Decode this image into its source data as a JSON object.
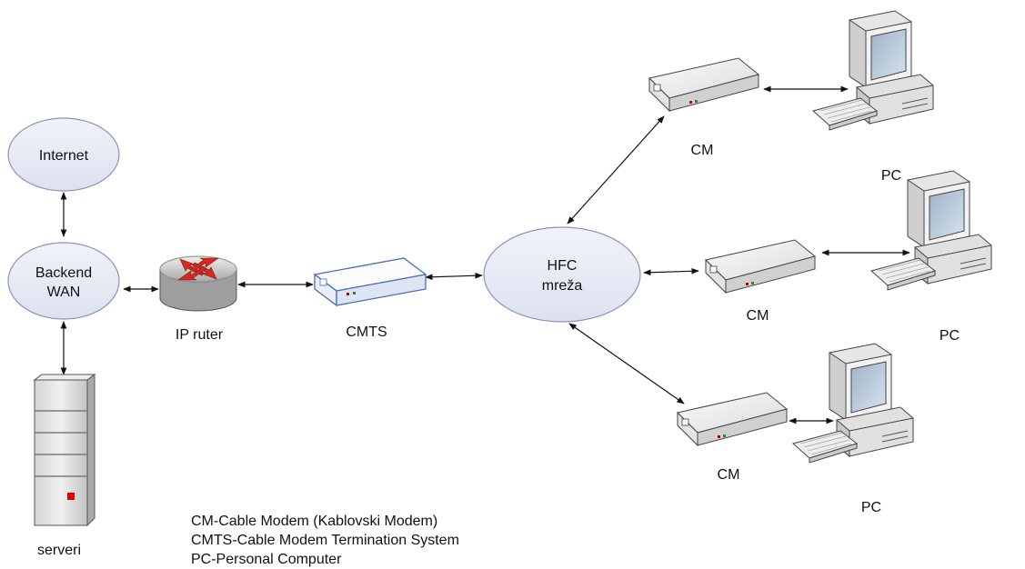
{
  "nodes": {
    "internet": {
      "label": "Internet"
    },
    "backend": {
      "line1": "Backend",
      "line2": "WAN"
    },
    "servers": {
      "label": "serveri"
    },
    "router": {
      "label": "IP ruter"
    },
    "cmts": {
      "label": "CMTS"
    },
    "hfc": {
      "line1": "HFC",
      "line2": "mreža"
    },
    "cm_top": {
      "label": "CM"
    },
    "cm_mid": {
      "label": "CM"
    },
    "cm_bot": {
      "label": "CM"
    },
    "pc_top": {
      "label": "PC"
    },
    "pc_mid": {
      "label": "PC"
    },
    "pc_bot": {
      "label": "PC"
    }
  },
  "legend": {
    "line1": "CM-Cable Modem (Kablovski Modem)",
    "line2": "CMTS-Cable Modem Termination System",
    "line3": "PC-Personal Computer"
  },
  "colors": {
    "ellipse_fill": "#e6e9f5",
    "ellipse_stroke": "#8b93b5",
    "router_red": "#d42a20",
    "cmts_stroke": "#4a6fb5",
    "server_led": "#e00000"
  },
  "icons": {
    "router": "router-icon",
    "server": "server-tower-icon",
    "modem": "cable-modem-icon",
    "pc": "desktop-computer-icon"
  }
}
